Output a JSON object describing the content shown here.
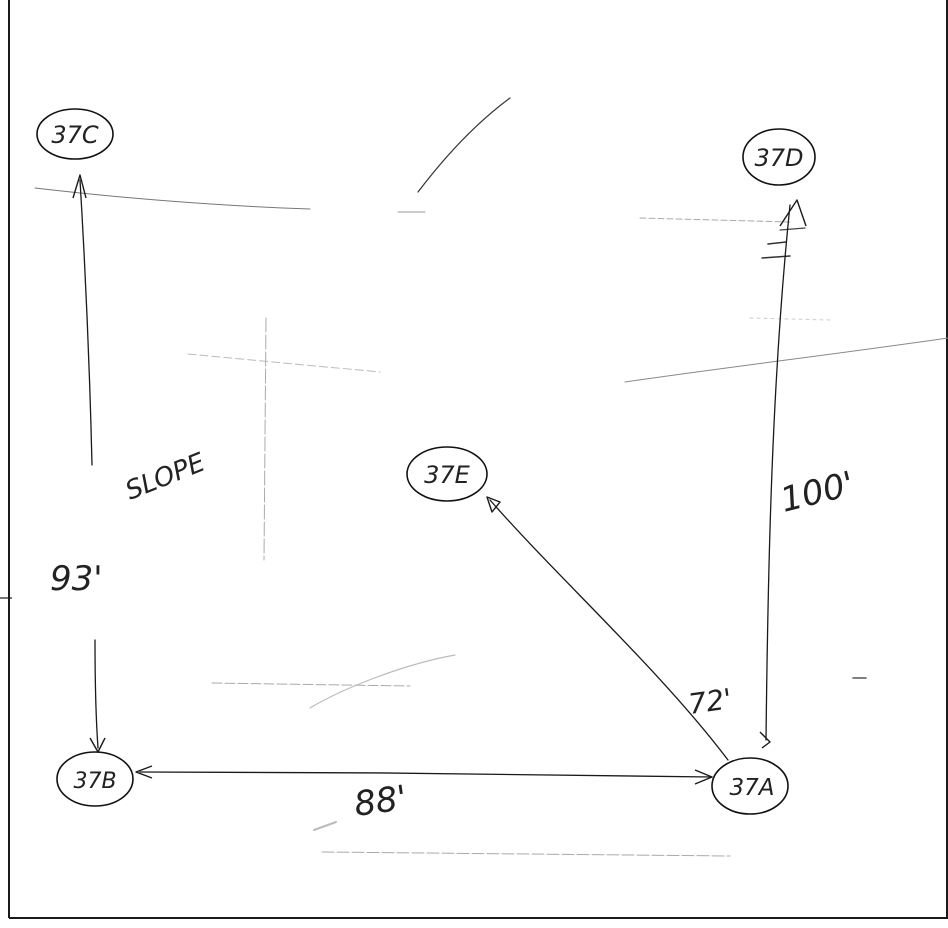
{
  "nodes": [
    {
      "id": "c",
      "label": "37C"
    },
    {
      "id": "d",
      "label": "37D"
    },
    {
      "id": "e",
      "label": "37E"
    },
    {
      "id": "b",
      "label": "37B"
    },
    {
      "id": "a",
      "label": "37A"
    }
  ],
  "edges": [
    {
      "from": "b",
      "to": "c",
      "label": "93'",
      "note": "SLOPE"
    },
    {
      "from": "a",
      "to": "d",
      "label": "100'"
    },
    {
      "from": "a",
      "to": "e",
      "label": "72'"
    },
    {
      "from": "a",
      "to": "b",
      "label": "88'"
    }
  ]
}
